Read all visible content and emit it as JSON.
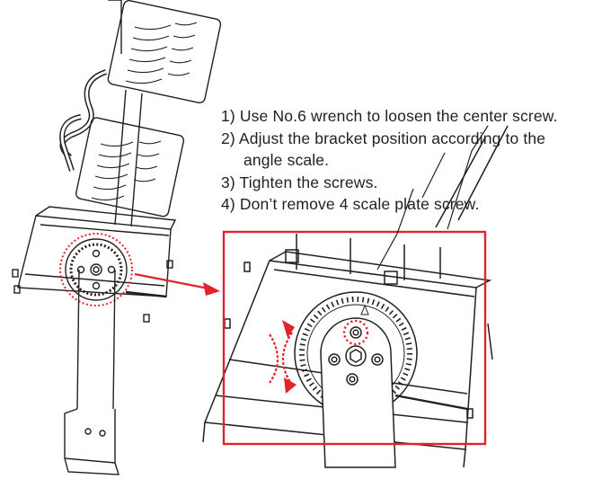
{
  "instructions": {
    "step1": "1) Use No.6 wrench to loosen the center screw.",
    "step2": "2) Adjust the bracket position according to the",
    "step2_cont": "angle scale.",
    "step3": "3) Tighten the screws.",
    "step4": "4) Don’t remove 4 scale plate screw."
  },
  "colors": {
    "line": "#231f20",
    "highlight": "#e1232a"
  },
  "icons": {
    "pointer": "arrow-right-icon",
    "adjust": "double-arrow-icon"
  }
}
